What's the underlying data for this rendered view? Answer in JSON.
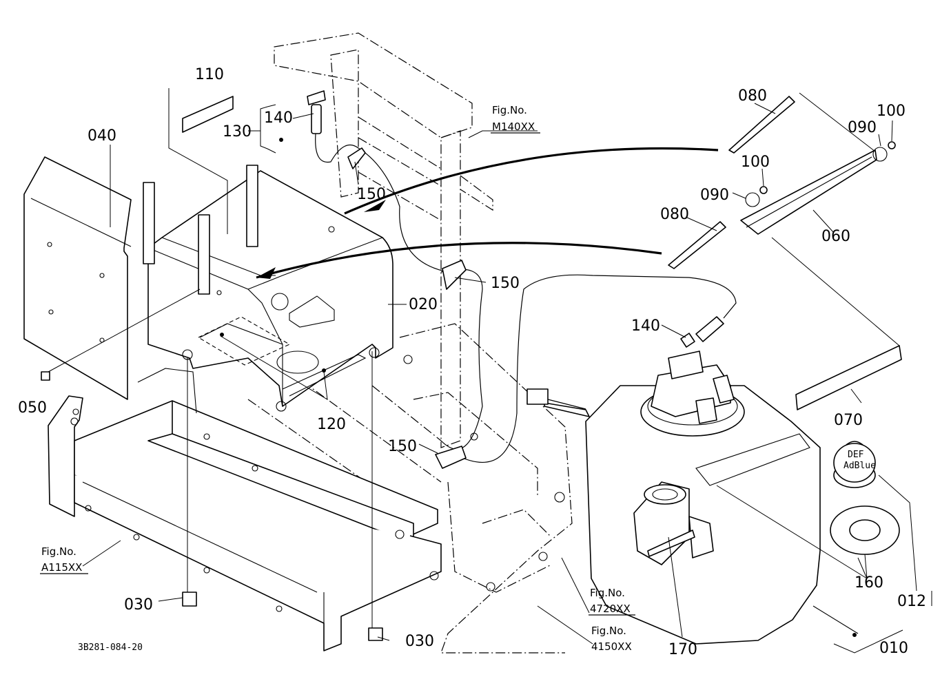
{
  "diagram": {
    "part_numbers": {
      "p010": "010",
      "p012": "012",
      "p020": "020",
      "p030a": "030",
      "p030b": "030",
      "p040": "040",
      "p050": "050",
      "p060": "060",
      "p070": "070",
      "p080a": "080",
      "p080b": "080",
      "p090a": "090",
      "p090b": "090",
      "p100a": "100",
      "p100b": "100",
      "p110": "110",
      "p120": "120",
      "p130": "130",
      "p140a": "140",
      "p140b": "140",
      "p150a": "150",
      "p150b": "150",
      "p150c": "150",
      "p160": "160",
      "p170": "170"
    },
    "figure_refs": {
      "m140": {
        "label": "Fig.No.",
        "number": "M140XX"
      },
      "a115": {
        "label": "Fig.No.",
        "number": "A115XX"
      },
      "f4720": {
        "label": "Fig.No.",
        "number": "4720XX"
      },
      "f4150": {
        "label": "Fig.No.",
        "number": "4150XX"
      }
    },
    "cap_text": {
      "line1": "DEF",
      "line2": "AdBlue"
    },
    "drawing_code": "3B281-084-20"
  }
}
